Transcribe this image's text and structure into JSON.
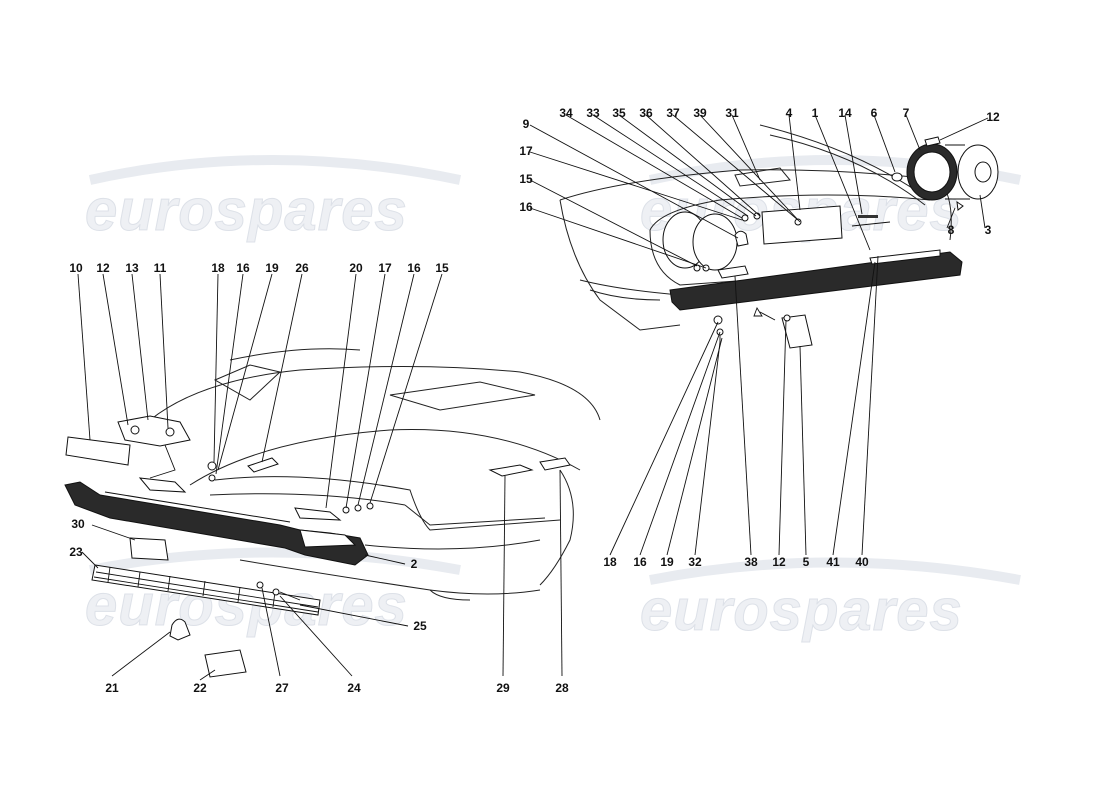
{
  "watermark": {
    "text": "eurospares"
  },
  "left_view": {
    "callouts": [
      {
        "id": "c10",
        "label": "10"
      },
      {
        "id": "c12a",
        "label": "12"
      },
      {
        "id": "c13",
        "label": "13"
      },
      {
        "id": "c11",
        "label": "11"
      },
      {
        "id": "c18a",
        "label": "18"
      },
      {
        "id": "c16a",
        "label": "16"
      },
      {
        "id": "c19a",
        "label": "19"
      },
      {
        "id": "c26",
        "label": "26"
      },
      {
        "id": "c20",
        "label": "20"
      },
      {
        "id": "c17a",
        "label": "17"
      },
      {
        "id": "c16b",
        "label": "16"
      },
      {
        "id": "c15a",
        "label": "15"
      },
      {
        "id": "c30",
        "label": "30"
      },
      {
        "id": "c23",
        "label": "23"
      },
      {
        "id": "c2",
        "label": "2"
      },
      {
        "id": "c25",
        "label": "25"
      },
      {
        "id": "c21",
        "label": "21"
      },
      {
        "id": "c22",
        "label": "22"
      },
      {
        "id": "c27",
        "label": "27"
      },
      {
        "id": "c24",
        "label": "24"
      },
      {
        "id": "c29",
        "label": "29"
      },
      {
        "id": "c28",
        "label": "28"
      }
    ]
  },
  "right_view": {
    "callouts": [
      {
        "id": "c34",
        "label": "34"
      },
      {
        "id": "c33",
        "label": "33"
      },
      {
        "id": "c35",
        "label": "35"
      },
      {
        "id": "c36",
        "label": "36"
      },
      {
        "id": "c37",
        "label": "37"
      },
      {
        "id": "c39",
        "label": "39"
      },
      {
        "id": "c31",
        "label": "31"
      },
      {
        "id": "c4",
        "label": "4"
      },
      {
        "id": "c1",
        "label": "1"
      },
      {
        "id": "c14",
        "label": "14"
      },
      {
        "id": "c6",
        "label": "6"
      },
      {
        "id": "c7",
        "label": "7"
      },
      {
        "id": "c12b",
        "label": "12"
      },
      {
        "id": "c9",
        "label": "9"
      },
      {
        "id": "c17b",
        "label": "17"
      },
      {
        "id": "c15b",
        "label": "15"
      },
      {
        "id": "c16c",
        "label": "16"
      },
      {
        "id": "c8",
        "label": "8"
      },
      {
        "id": "c3",
        "label": "3"
      },
      {
        "id": "c18b",
        "label": "18"
      },
      {
        "id": "c16d",
        "label": "16"
      },
      {
        "id": "c19b",
        "label": "19"
      },
      {
        "id": "c32",
        "label": "32"
      },
      {
        "id": "c38",
        "label": "38"
      },
      {
        "id": "c12c",
        "label": "12"
      },
      {
        "id": "c5",
        "label": "5"
      },
      {
        "id": "c41",
        "label": "41"
      },
      {
        "id": "c40",
        "label": "40"
      }
    ]
  }
}
